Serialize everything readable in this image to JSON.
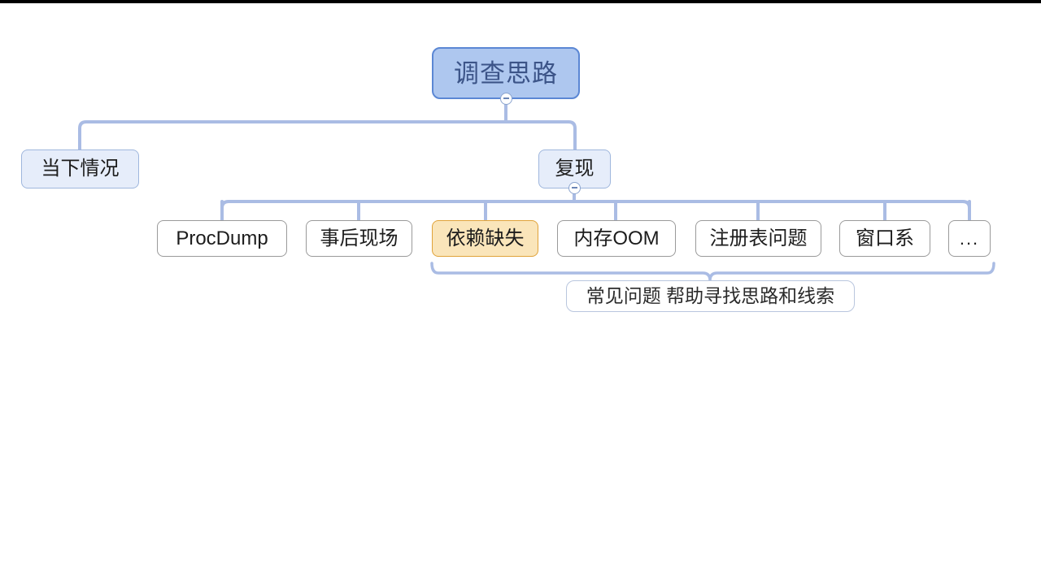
{
  "diagram": {
    "type": "mindmap",
    "title_node": "调查思路",
    "background_color": "#ffffff",
    "edge_color": "#aabce4",
    "root": {
      "id": "root",
      "label": "调查思路",
      "fill": "#aec7ef",
      "stroke": "#5b87d4",
      "text_color": "#3c5488",
      "collapse_toggle": "minus-circle"
    },
    "level1": [
      {
        "id": "current-situation",
        "label": "当下情况",
        "fill": "#e6edfa",
        "stroke": "#9fb6dd",
        "has_toggle": false
      },
      {
        "id": "reproduce",
        "label": "复现",
        "fill": "#e6edfa",
        "stroke": "#9fb6dd",
        "has_toggle": true,
        "collapse_toggle": "minus-circle"
      }
    ],
    "level2": [
      {
        "id": "procdump",
        "label": "ProcDump",
        "fill": "#ffffff",
        "stroke": "#9a9a9a",
        "highlighted": false
      },
      {
        "id": "post-mortem-scene",
        "label": "事后现场",
        "fill": "#ffffff",
        "stroke": "#9a9a9a",
        "highlighted": false
      },
      {
        "id": "missing-dependency",
        "label": "依赖缺失",
        "fill": "#fae5ba",
        "stroke": "#e0a33a",
        "highlighted": true
      },
      {
        "id": "memory-oom",
        "label": "内存OOM",
        "fill": "#ffffff",
        "stroke": "#9a9a9a",
        "highlighted": false
      },
      {
        "id": "registry-issue",
        "label": "注册表问题",
        "fill": "#ffffff",
        "stroke": "#9a9a9a",
        "highlighted": false
      },
      {
        "id": "window-system",
        "label": "窗口系",
        "fill": "#ffffff",
        "stroke": "#9a9a9a",
        "highlighted": false
      },
      {
        "id": "more",
        "label": "...",
        "fill": "#ffffff",
        "stroke": "#9a9a9a",
        "highlighted": false
      }
    ],
    "summary": {
      "id": "common-issues-summary",
      "label": "常见问题 帮助寻找思路和线索",
      "fill": "#ffffff",
      "stroke": "#b9c6de",
      "bracket_color": "#aabce4"
    }
  }
}
